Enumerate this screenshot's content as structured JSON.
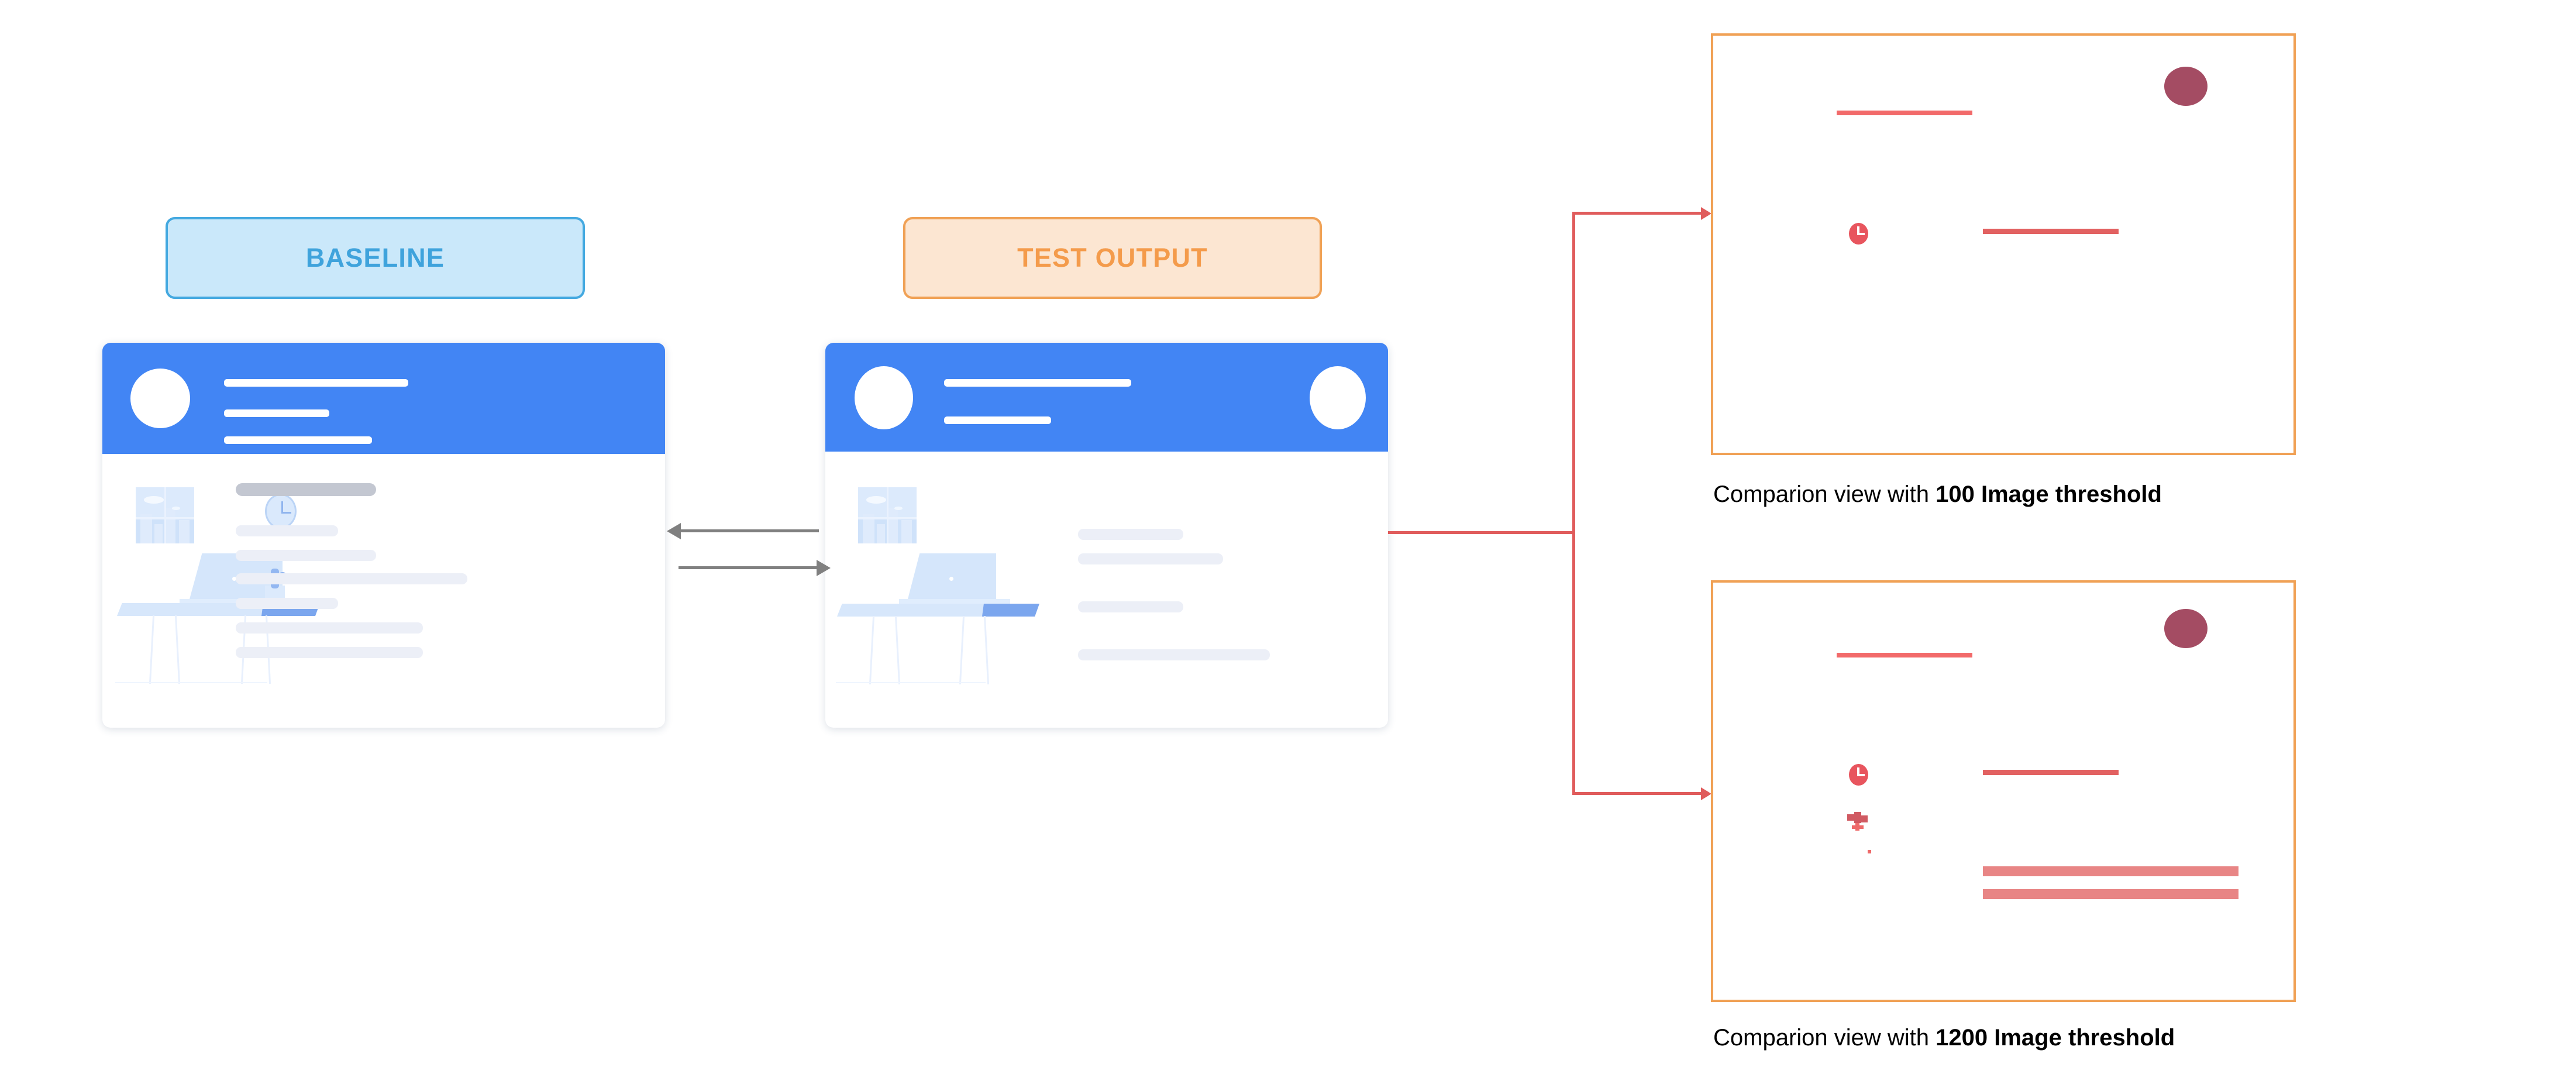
{
  "badges": {
    "baseline": {
      "label": "BASELINE",
      "fill": "#CAE8FA",
      "border": "#44A9E0",
      "text_color": "#3FA3DC"
    },
    "test_output": {
      "label": "TEST OUTPUT",
      "fill": "#FCE6D2",
      "border": "#F0A155",
      "text_color": "#F49B4B"
    }
  },
  "cards": {
    "baseline": {
      "name": "baseline-screenshot-mock",
      "header_color": "#4285F4",
      "header_avatars": 1,
      "header_bars": 3,
      "has_clock": true,
      "body_lines": 6,
      "illustration": [
        "window",
        "clock",
        "desk",
        "laptop",
        "cactus"
      ]
    },
    "test_output": {
      "name": "test-output-screenshot-mock",
      "header_color": "#4285F4",
      "header_avatars": 2,
      "header_bars": 2,
      "has_clock": false,
      "body_lines": 4,
      "illustration": [
        "window",
        "desk",
        "laptop"
      ]
    }
  },
  "connectors": {
    "compare_arrows_color": "#808080",
    "branch_color": "#E05C5C",
    "compare_arrow_count": 2
  },
  "comparisons": [
    {
      "id": "threshold-100",
      "border_color": "#F0A155",
      "caption_prefix": "Comparion view with ",
      "caption_bold": "100 Image threshold",
      "threshold": "100",
      "diff_marks": [
        {
          "type": "bar",
          "color": "#F26A6A"
        },
        {
          "type": "ellipse",
          "color": "#A44C63"
        },
        {
          "type": "clock",
          "color": "#E8555E"
        },
        {
          "type": "bar",
          "color": "#E26161"
        }
      ]
    },
    {
      "id": "threshold-1200",
      "border_color": "#F0A155",
      "caption_prefix": "Comparion view with ",
      "caption_bold": "1200 Image threshold",
      "threshold": "1200",
      "diff_marks": [
        {
          "type": "bar",
          "color": "#F26A6A"
        },
        {
          "type": "ellipse",
          "color": "#A44C63"
        },
        {
          "type": "clock",
          "color": "#E8555E"
        },
        {
          "type": "bar",
          "color": "#E26161"
        },
        {
          "type": "cactus",
          "color": "#D05A62"
        },
        {
          "type": "dot",
          "color": "#EE6A6A"
        },
        {
          "type": "thick-bar",
          "color": "#E88585"
        },
        {
          "type": "thick-bar",
          "color": "#E88585"
        }
      ]
    }
  ]
}
